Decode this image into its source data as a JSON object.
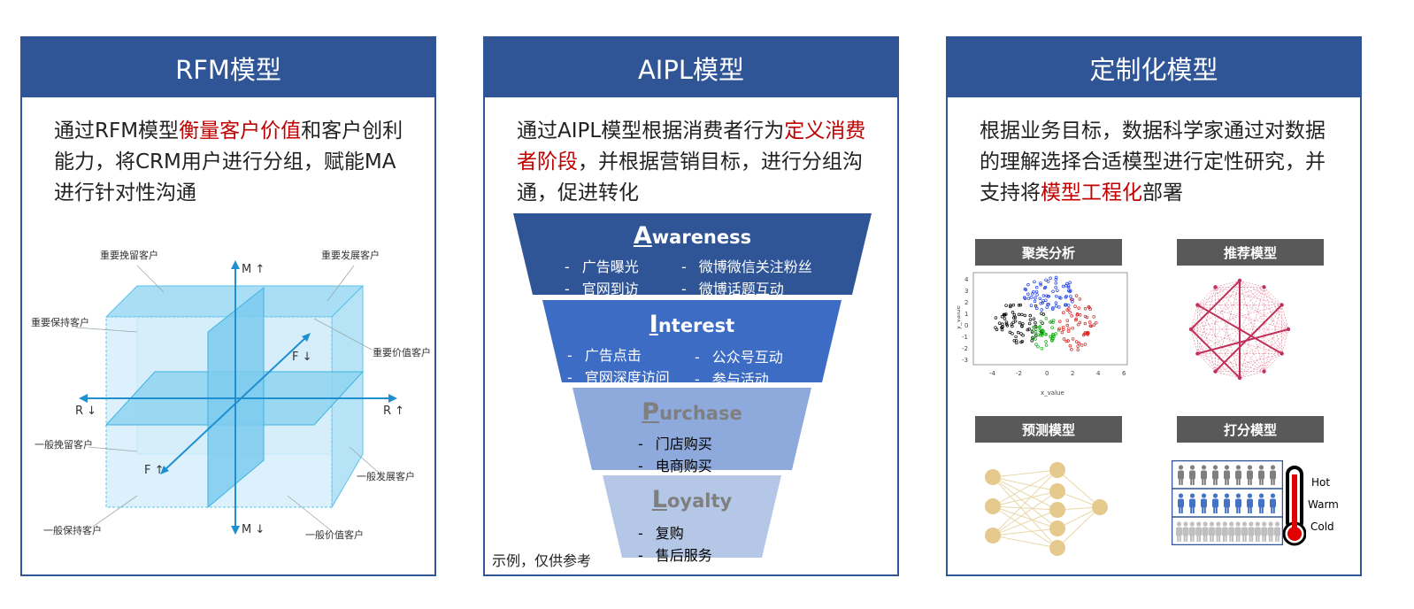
{
  "colors": {
    "header": "#2f5597",
    "highlight": "#c00000",
    "awareness": "#2f5597",
    "interest": "#3d6cc4",
    "purchase": "#8ea9db",
    "loyalty": "#b4c7e7"
  },
  "rfm": {
    "title": "RFM模型",
    "desc_pre": "通过RFM模型",
    "desc_hl": "衡量客户价值",
    "desc_post": "和客户创利能力，将CRM用户进行分组，赋能MA进行针对性沟通",
    "axes": {
      "m_up": "M ↑",
      "m_down": "M ↓",
      "r_left": "R ↓",
      "r_right": "R ↑",
      "f_down": "F ↓",
      "f_up": "F ↑"
    },
    "segments": {
      "important_retain": "重要挽留客户",
      "important_develop": "重要发展客户",
      "important_keep": "重要保持客户",
      "important_value": "重要价值客户",
      "general_retain": "一般挽留客户",
      "general_develop": "一般发展客户",
      "general_keep": "一般保持客户",
      "general_value": "一般价值客户"
    }
  },
  "aipl": {
    "title": "AIPL模型",
    "desc_pre": "通过AIPL模型根据消费者行为",
    "desc_hl": "定义消费者阶段",
    "desc_post": "，并根据营销目标，进行分组沟通，促进转化",
    "stages": [
      {
        "cap": "A",
        "rest": "wareness",
        "items": [
          "广告曝光",
          "官网到访",
          "微博微信关注粉丝",
          "微博话题互动"
        ]
      },
      {
        "cap": "I",
        "rest": "nterest",
        "items": [
          "广告点击",
          "官网深度访问",
          "公众号互动",
          "参与活动"
        ]
      },
      {
        "cap": "P",
        "rest": "urchase",
        "items": [
          "门店购买",
          "电商购买"
        ]
      },
      {
        "cap": "L",
        "rest": "oyalty",
        "items": [
          "复购",
          "售后服务"
        ]
      }
    ],
    "note": "示例，仅供参考"
  },
  "custom": {
    "title": "定制化模型",
    "desc_pre": "根据业务目标，数据科学家通过对数据的理解选择合适模型进行定性研究，并支持将",
    "desc_hl": "模型工程化",
    "desc_post": "部署",
    "models": [
      "聚类分析",
      "推荐模型",
      "预测模型",
      "打分模型"
    ],
    "scatter": {
      "xlabel": "x_value",
      "ylabel": "y_value",
      "xticks": [
        "-4",
        "-2",
        "0",
        "2",
        "4",
        "6"
      ],
      "yticks": [
        "4",
        "3",
        "2",
        "1",
        "0",
        "-1",
        "-2",
        "-3"
      ]
    },
    "thermo": [
      "Hot",
      "Warm",
      "Cold"
    ]
  }
}
